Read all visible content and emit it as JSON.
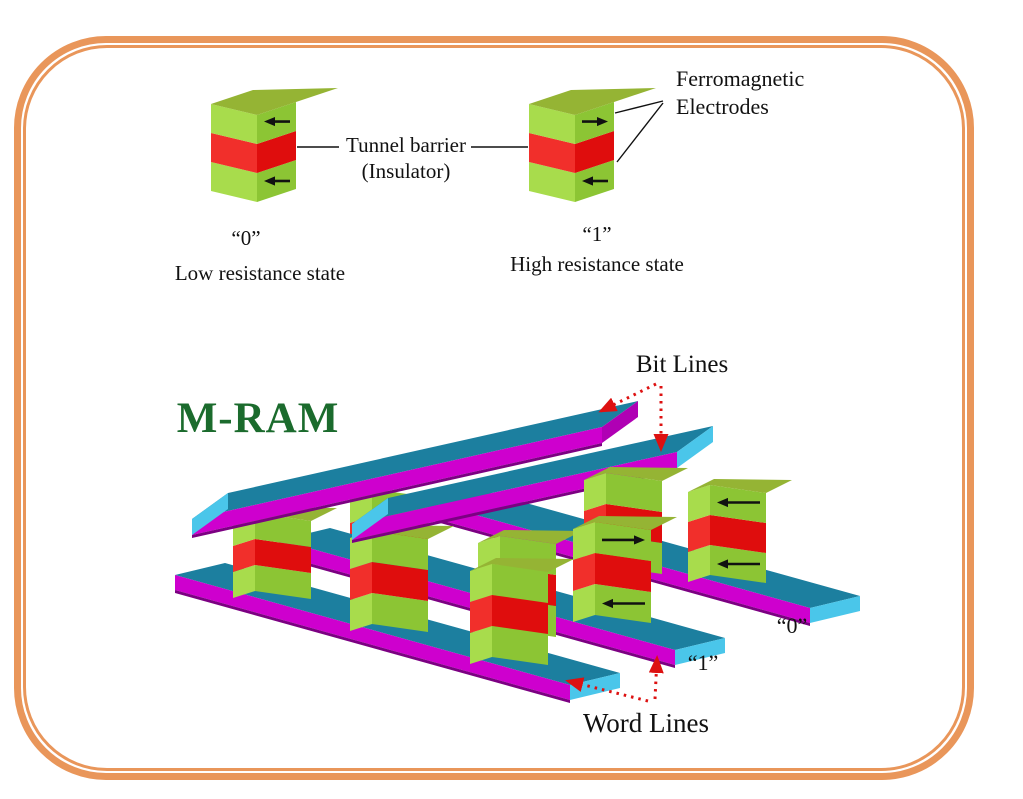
{
  "legend": {
    "tunnel_barrier_label_1": "Tunnel barrier",
    "tunnel_barrier_label_2": "(Insulator)",
    "electrodes_label_1": "Ferromagnetic",
    "electrodes_label_2": "Electrodes",
    "state0": {
      "label": "“0”",
      "description": "Low resistance state",
      "arrows": [
        "left",
        "left"
      ]
    },
    "state1": {
      "label": "“1”",
      "description": "High resistance state",
      "arrows": [
        "right",
        "left"
      ]
    }
  },
  "array": {
    "title": "M-RAM",
    "bit_lines_label": "Bit Lines",
    "word_lines_label": "Word Lines",
    "bit_line_count": 2,
    "word_line_count": 3,
    "cell1": {
      "label": "“1”",
      "arrows": [
        "right",
        "left"
      ]
    },
    "cell0": {
      "label": "“0”",
      "arrows": [
        "left",
        "left"
      ]
    }
  },
  "colors": {
    "border": "#e9965a",
    "title_green": "#1b6b2d",
    "text": "#111111",
    "slab_top": "#1c7f9f",
    "slab_front": "#ce00ce",
    "slab_edge": "#7c0082",
    "slab_end": "#4ac6ea",
    "bitline_end_cap": "#b000b4",
    "pillar_green_left": "#a8dc4c",
    "pillar_green_front": "#8cc534",
    "pillar_green_top": "#95b434",
    "pillar_red_left": "#f12f2b",
    "pillar_red_front": "#df0d0d",
    "black_arrow": "#111111",
    "red_arrow": "#dd1111"
  }
}
